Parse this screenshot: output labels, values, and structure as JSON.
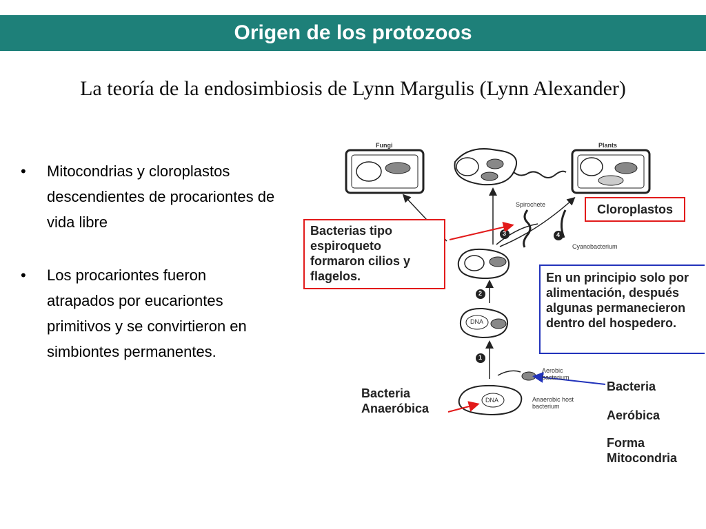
{
  "header": {
    "title": "Origen de los protozoos"
  },
  "subtitle": "La teoría de la endosimbiosis de Lynn Margulis (Lynn Alexander)",
  "bullets": [
    "Mitocondrias y cloroplastos descendientes de procariontes de vida libre",
    "Los procariontes fueron atrapados por eucariontes primitivos y se convirtieron en simbiontes permanentes."
  ],
  "diagram": {
    "labels": {
      "fungi": "Fungi",
      "plants": "Plants",
      "spirochete": "Spirochete",
      "cyanobacterium": "Cyanobacterium",
      "aerobic": "Aerobic bacterium",
      "anaerobic_host": "Anaerobic host bacterium",
      "dna1": "DNA",
      "dna2": "DNA",
      "step1": "1",
      "step2": "2",
      "step3": "3",
      "step4": "4"
    },
    "annotations": {
      "cloroplastos": "Cloroplastos",
      "espiroqueto": "Bacterias tipo espiroqueto formaron cilios y flagelos.",
      "principio": "En un principio solo por alimentación, después algunas permanecieron dentro del hospedero.",
      "bacteria_anaerobica": "Bacteria Anaeróbica",
      "bacteria_aerobica_1": "Bacteria",
      "bacteria_aerobica_2": "Aeróbica",
      "forma_mitocondria": "Forma Mitocondria"
    },
    "colors": {
      "red": "#e21a1a",
      "blue": "#2233bb",
      "banner": "#1e8079"
    }
  }
}
